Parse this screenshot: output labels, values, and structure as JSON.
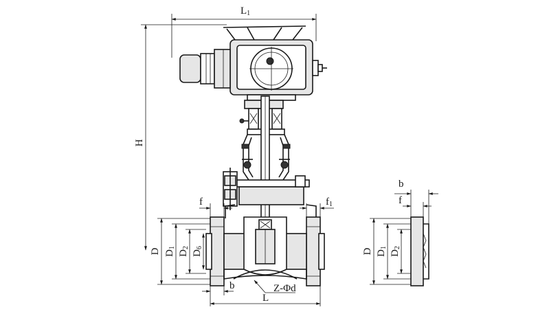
{
  "labels": {
    "L1": {
      "main": "L",
      "sub": "1"
    },
    "H": "H",
    "f_left": "f",
    "f1": {
      "main": "f",
      "sub": "1"
    },
    "D": "D",
    "D1": {
      "main": "D",
      "sub": "1"
    },
    "D2": {
      "main": "D",
      "sub": "2"
    },
    "D6": {
      "main": "D",
      "sub": "6"
    },
    "b_bottom": "b",
    "Z_phi_d": "Z-Φd",
    "L": "L",
    "side_b": "b",
    "side_f": "f",
    "side_D": "D",
    "side_D1": {
      "main": "D",
      "sub": "1"
    },
    "side_D2": {
      "main": "D",
      "sub": "2"
    }
  },
  "colors": {
    "line": "#1a1a1a",
    "fill": "#e6e6e6",
    "background": "#ffffff"
  }
}
